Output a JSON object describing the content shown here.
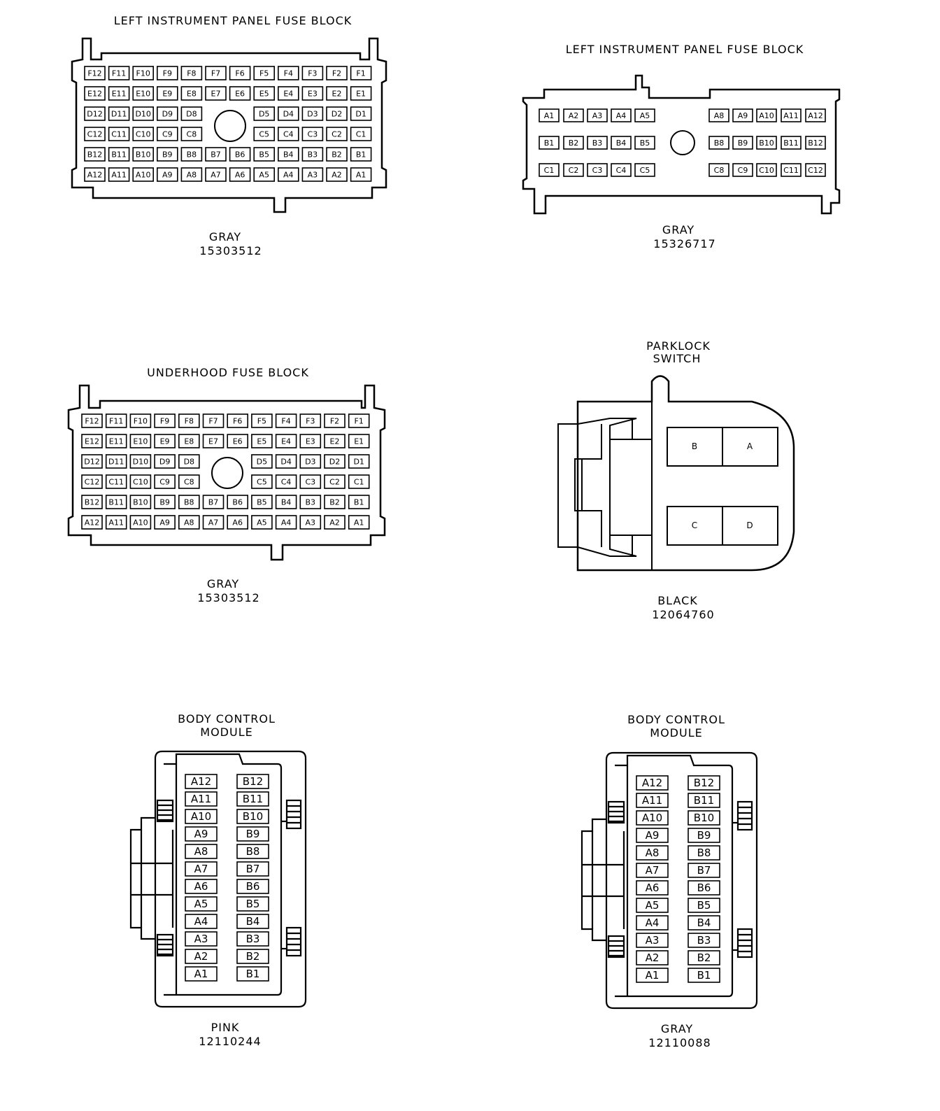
{
  "connectors": {
    "fuse_left_72": {
      "title": "LEFT INSTRUMENT PANEL FUSE BLOCK",
      "color": "GRAY",
      "part_number": "15303512",
      "rows": [
        [
          "F12",
          "F11",
          "F10",
          "F9",
          "F8",
          "F7",
          "F6",
          "F5",
          "F4",
          "F3",
          "F2",
          "F1"
        ],
        [
          "E12",
          "E11",
          "E10",
          "E9",
          "E8",
          "E7",
          "E6",
          "E5",
          "E4",
          "E3",
          "E2",
          "E1"
        ],
        [
          "D12",
          "D11",
          "D10",
          "D9",
          "D8",
          "",
          "",
          "D5",
          "D4",
          "D3",
          "D2",
          "D1"
        ],
        [
          "C12",
          "C11",
          "C10",
          "C9",
          "C8",
          "",
          "",
          "C5",
          "C4",
          "C3",
          "C2",
          "C1"
        ],
        [
          "B12",
          "B11",
          "B10",
          "B9",
          "B8",
          "B7",
          "B6",
          "B5",
          "B4",
          "B3",
          "B2",
          "B1"
        ],
        [
          "A12",
          "A11",
          "A10",
          "A9",
          "A8",
          "A7",
          "A6",
          "A5",
          "A4",
          "A3",
          "A2",
          "A1"
        ]
      ]
    },
    "fuse_left_36": {
      "title": "LEFT INSTRUMENT PANEL FUSE BLOCK",
      "color": "GRAY",
      "part_number": "15326717",
      "rows": [
        [
          "A1",
          "A2",
          "A3",
          "A4",
          "A5",
          "A8",
          "A9",
          "A10",
          "A11",
          "A12"
        ],
        [
          "B1",
          "B2",
          "B3",
          "B4",
          "B5",
          "B8",
          "B9",
          "B10",
          "B11",
          "B12"
        ],
        [
          "C1",
          "C2",
          "C3",
          "C4",
          "C5",
          "C8",
          "C9",
          "C10",
          "C11",
          "C12"
        ]
      ]
    },
    "underhood": {
      "title": "UNDERHOOD FUSE BLOCK",
      "color": "GRAY",
      "part_number": "15303512",
      "rows": [
        [
          "F12",
          "F11",
          "F10",
          "F9",
          "F8",
          "F7",
          "F6",
          "F5",
          "F4",
          "F3",
          "F2",
          "F1"
        ],
        [
          "E12",
          "E11",
          "E10",
          "E9",
          "E8",
          "E7",
          "E6",
          "E5",
          "E4",
          "E3",
          "E2",
          "E1"
        ],
        [
          "D12",
          "D11",
          "D10",
          "D9",
          "D8",
          "",
          "",
          "D5",
          "D4",
          "D3",
          "D2",
          "D1"
        ],
        [
          "C12",
          "C11",
          "C10",
          "C9",
          "C8",
          "",
          "",
          "C5",
          "C4",
          "C3",
          "C2",
          "C1"
        ],
        [
          "B12",
          "B11",
          "B10",
          "B9",
          "B8",
          "B7",
          "B6",
          "B5",
          "B4",
          "B3",
          "B2",
          "B1"
        ],
        [
          "A12",
          "A11",
          "A10",
          "A9",
          "A8",
          "A7",
          "A6",
          "A5",
          "A4",
          "A3",
          "A2",
          "A1"
        ]
      ]
    },
    "parklock": {
      "title_line1": "PARKLOCK",
      "title_line2": "SWITCH",
      "color": "BLACK",
      "part_number": "12064760",
      "pins": [
        "B",
        "A",
        "C",
        "D"
      ]
    },
    "bcm_pink": {
      "title_line1": "BODY CONTROL",
      "title_line2": "MODULE",
      "color": "PINK",
      "part_number": "12110244",
      "col_a": [
        "A12",
        "A11",
        "A10",
        "A9",
        "A8",
        "A7",
        "A6",
        "A5",
        "A4",
        "A3",
        "A2",
        "A1"
      ],
      "col_b": [
        "B12",
        "B11",
        "B10",
        "B9",
        "B8",
        "B7",
        "B6",
        "B5",
        "B4",
        "B3",
        "B2",
        "B1"
      ]
    },
    "bcm_gray": {
      "title_line1": "BODY CONTROL",
      "title_line2": "MODULE",
      "color": "GRAY",
      "part_number": "12110088",
      "col_a": [
        "A12",
        "A11",
        "A10",
        "A9",
        "A8",
        "A7",
        "A6",
        "A5",
        "A4",
        "A3",
        "A2",
        "A1"
      ],
      "col_b": [
        "B12",
        "B11",
        "B10",
        "B9",
        "B8",
        "B7",
        "B6",
        "B5",
        "B4",
        "B3",
        "B2",
        "B1"
      ]
    }
  }
}
